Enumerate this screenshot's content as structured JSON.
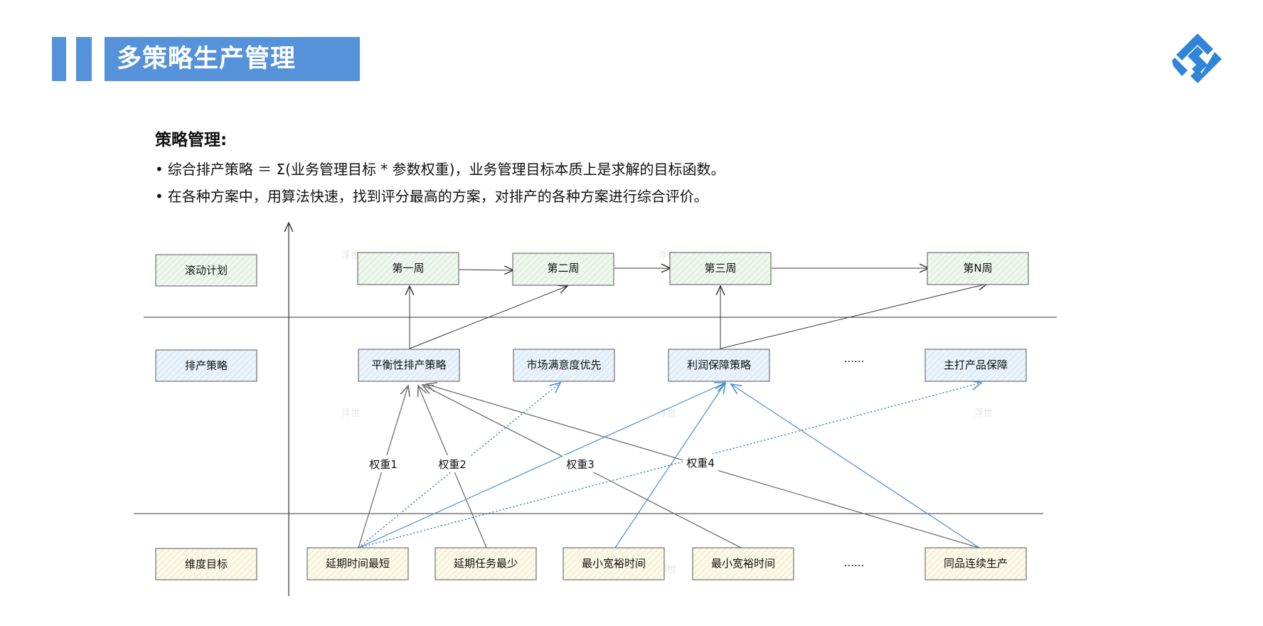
{
  "header": {
    "title": "多策略生产管理",
    "accent_color": "#5592da"
  },
  "logo": {
    "icon": "brand-logo-icon"
  },
  "intro": {
    "heading": "策略管理:",
    "bullets": [
      "综合排产策略 ＝ Σ(业务管理目标 * 参数权重)，业务管理目标本质上是求解的目标函数。",
      "在各种方案中，用算法快速，找到评分最高的方案，对排产的各种方案进行综合评价。"
    ],
    "bullet_marker": "•"
  },
  "diagram": {
    "rows": {
      "rolling": "滚动计划",
      "strategy": "排产策略",
      "dimension": "维度目标"
    },
    "weeks": [
      "第一周",
      "第二周",
      "第三周",
      "第N周"
    ],
    "strategies": [
      "平衡性排产策略",
      "市场满意度优先",
      "利润保障策略",
      "主打产品保障"
    ],
    "goals": [
      "延期时间最短",
      "延期任务最少",
      "最小宽裕时间",
      "最小宽裕时间",
      "同品连续生产"
    ],
    "ellipsis_strategy": "......",
    "ellipsis_goal": "......",
    "weights": [
      "权重1",
      "权重2",
      "权重3",
      "权重4"
    ],
    "watermark": "浮世",
    "colors": {
      "week_fill": "#eef7ee",
      "strategy_fill": "#eaf3fb",
      "goal_fill": "#fbf9e8",
      "box_border": "#555555",
      "gray_link": "#707070",
      "blue_link": "#4a8fd0",
      "dotted_link": "#3a7fc0"
    }
  }
}
